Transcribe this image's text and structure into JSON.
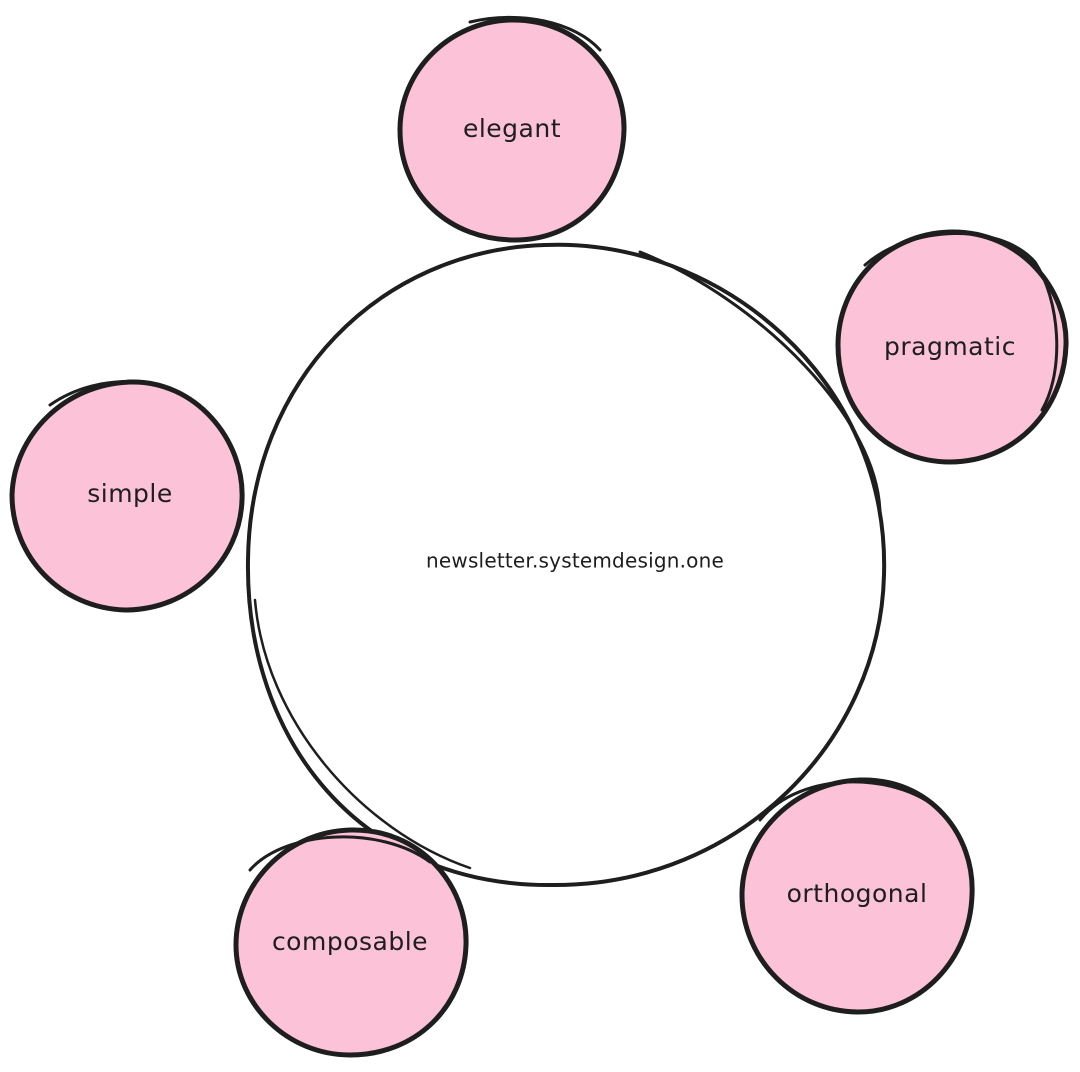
{
  "diagram": {
    "center": {
      "label": "newsletter.systemdesign.one",
      "fill": "#ffffff",
      "stroke": "#1e1e1e"
    },
    "satellites": [
      {
        "label": "elegant"
      },
      {
        "label": "pragmatic"
      },
      {
        "label": "simple"
      },
      {
        "label": "orthogonal"
      },
      {
        "label": "composable"
      }
    ],
    "colors": {
      "satellite_fill": "#fbc2d8",
      "stroke": "#1e1e1e",
      "background": "#ffffff"
    }
  }
}
